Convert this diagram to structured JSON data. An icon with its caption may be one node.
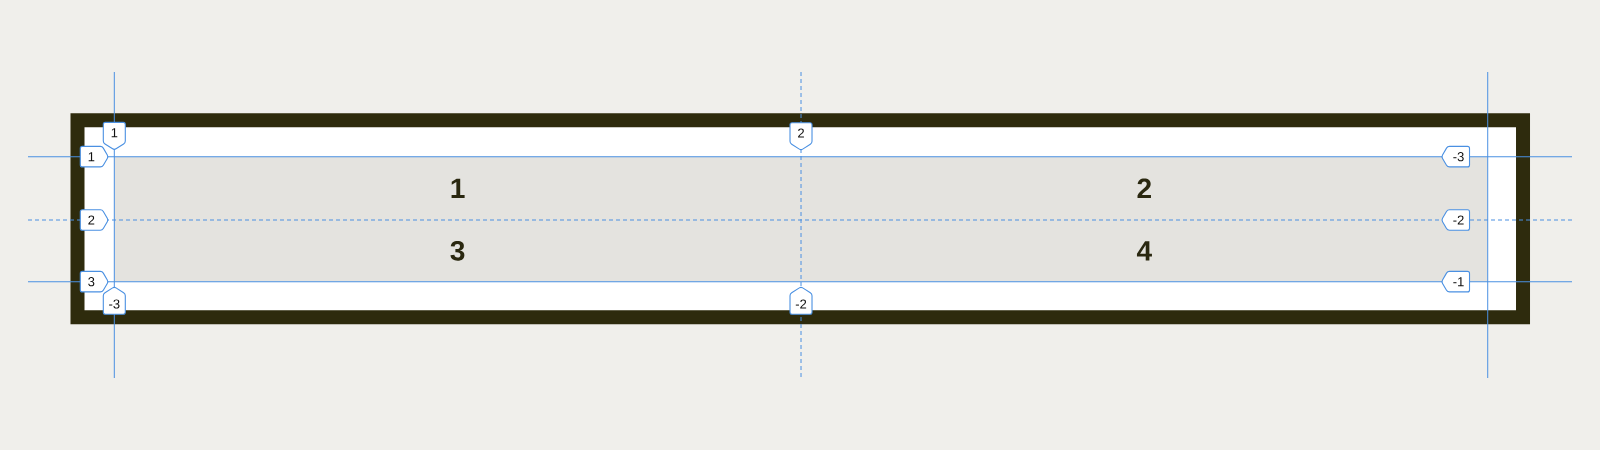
{
  "diagram": {
    "nodes": [
      {
        "text": [
          "1"
        ]
      },
      {
        "text": [
          "2"
        ]
      },
      {
        "text": [
          "3"
        ]
      },
      {
        "text": [
          "4"
        ]
      }
    ],
    "labels": [
      "1",
      "2",
      "1",
      "-3",
      "2",
      "-2",
      "3",
      "-1",
      "-3",
      "-2"
    ]
  }
}
